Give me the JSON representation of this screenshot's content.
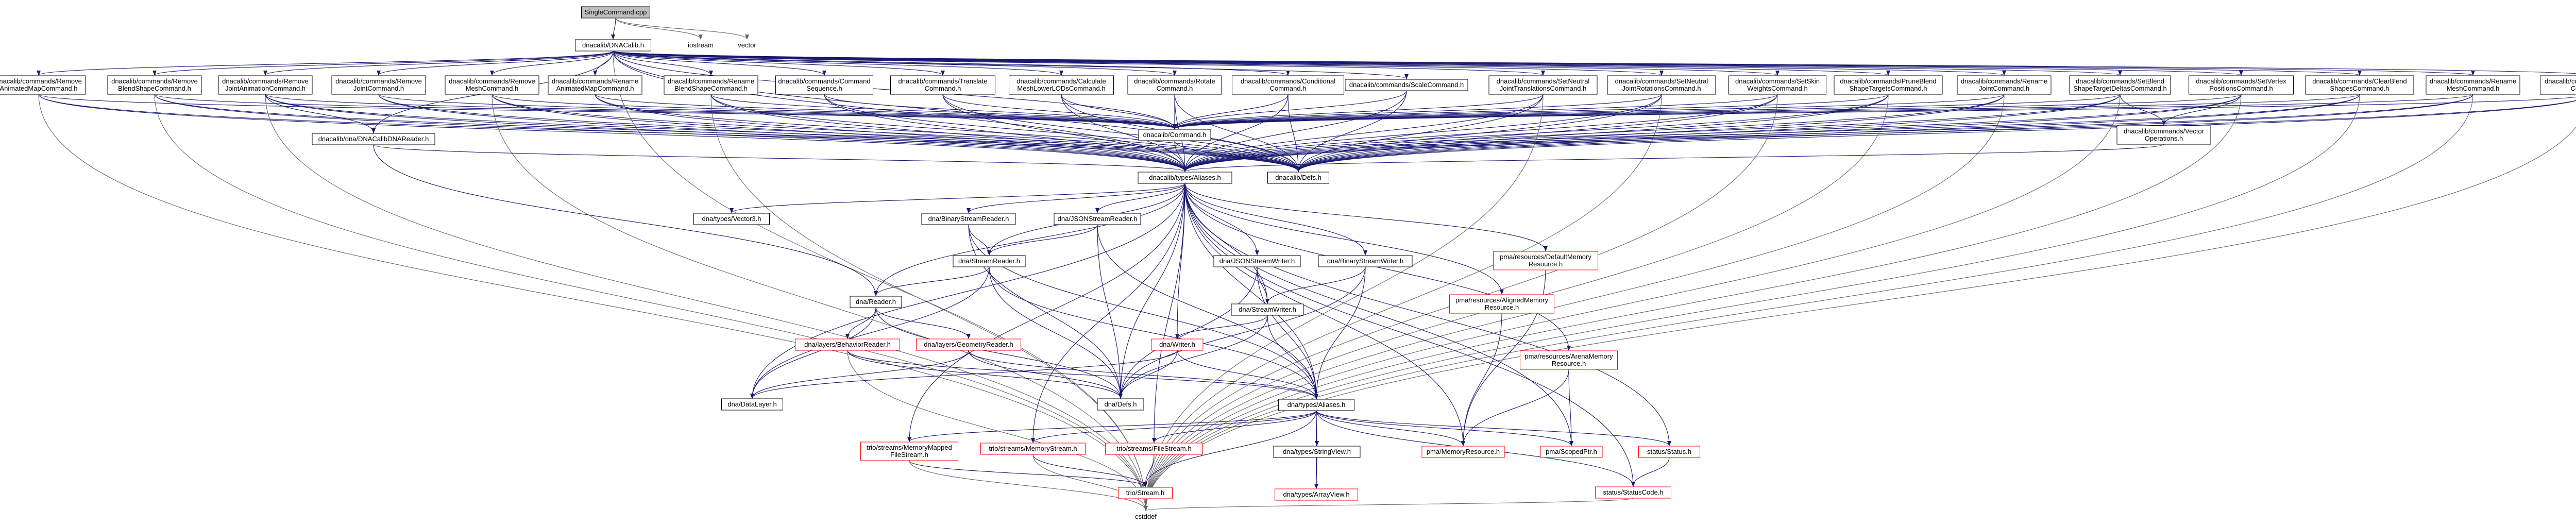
{
  "colors": {
    "edge": "#191970",
    "edge_external": "#666666",
    "root_fill": "#bfbfbf",
    "red_border": "#ff0000"
  },
  "nodes": [
    {
      "id": "root",
      "lines": [
        "SingleCommand.cpp"
      ],
      "style": "root"
    },
    {
      "id": "dnacalib",
      "lines": [
        "dnacalib/DNACalib.h"
      ]
    },
    {
      "id": "iostream",
      "lines": [
        "iostream"
      ],
      "style": "ext"
    },
    {
      "id": "vector",
      "lines": [
        "vector"
      ],
      "style": "ext"
    },
    {
      "id": "cmdRemoveAnim",
      "lines": [
        "dnacalib/commands/Remove",
        "AnimatedMapCommand.h"
      ]
    },
    {
      "id": "cmdRemoveBlend",
      "lines": [
        "dnacalib/commands/Remove",
        "BlendShapeCommand.h"
      ]
    },
    {
      "id": "cmdRemoveJointAnim",
      "lines": [
        "dnacalib/commands/Remove",
        "JointAnimationCommand.h"
      ]
    },
    {
      "id": "cmdRemoveJoint",
      "lines": [
        "dnacalib/commands/Remove",
        "JointCommand.h"
      ]
    },
    {
      "id": "cmdRemoveMesh",
      "lines": [
        "dnacalib/commands/Remove",
        "MeshCommand.h"
      ]
    },
    {
      "id": "cmdRenameAnim",
      "lines": [
        "dnacalib/commands/Rename",
        "AnimatedMapCommand.h"
      ]
    },
    {
      "id": "cmdRenameBlend",
      "lines": [
        "dnacalib/commands/Rename",
        "BlendShapeCommand.h"
      ]
    },
    {
      "id": "cmdSequence",
      "lines": [
        "dnacalib/commands/Command",
        "Sequence.h"
      ]
    },
    {
      "id": "cmdTranslate",
      "lines": [
        "dnacalib/commands/Translate",
        "Command.h"
      ]
    },
    {
      "id": "cmdCalcNormals",
      "lines": [
        "dnacalib/commands/Calculate",
        "MeshLowerLODsCommand.h"
      ]
    },
    {
      "id": "cmdRotate",
      "lines": [
        "dnacalib/commands/Rotate",
        "Command.h"
      ]
    },
    {
      "id": "cmdConditional",
      "lines": [
        "dnacalib/commands/Conditional",
        "Command.h"
      ]
    },
    {
      "id": "cmdScale",
      "lines": [
        "dnacalib/commands/ScaleCommand.h"
      ]
    },
    {
      "id": "cmdSetNeutralJointTrans",
      "lines": [
        "dnacalib/commands/SetNeutral",
        "JointTranslationsCommand.h"
      ]
    },
    {
      "id": "cmdSetNeutralJointRot",
      "lines": [
        "dnacalib/commands/SetNeutral",
        "JointRotationsCommand.h"
      ]
    },
    {
      "id": "cmdSetSkin",
      "lines": [
        "dnacalib/commands/SetSkin",
        "WeightsCommand.h"
      ]
    },
    {
      "id": "cmdPruneBlend",
      "lines": [
        "dnacalib/commands/PruneBlend",
        "ShapeTargetsCommand.h"
      ]
    },
    {
      "id": "cmdRenameJoint",
      "lines": [
        "dnacalib/commands/Rename",
        "JointCommand.h"
      ]
    },
    {
      "id": "cmdSetBlendDelta",
      "lines": [
        "dnacalib/commands/SetBlend",
        "ShapeTargetDeltasCommand.h"
      ]
    },
    {
      "id": "cmdSetVertex",
      "lines": [
        "dnacalib/commands/SetVertex",
        "PositionsCommand.h"
      ]
    },
    {
      "id": "cmdClearBlend",
      "lines": [
        "dnacalib/commands/ClearBlend",
        "ShapesCommand.h"
      ]
    },
    {
      "id": "cmdRenameMesh",
      "lines": [
        "dnacalib/commands/Rename",
        "MeshCommand.h"
      ]
    },
    {
      "id": "cmdSetLODs",
      "lines": [
        "dnacalib/commands/SetLODs",
        "Command.h"
      ]
    },
    {
      "id": "dnaReader",
      "lines": [
        "dnacalib/dna/DNACalibDNAReader.h"
      ]
    },
    {
      "id": "command",
      "lines": [
        "dnacalib/Command.h"
      ]
    },
    {
      "id": "vecOps",
      "lines": [
        "dnacalib/commands/Vector",
        "Operations.h"
      ]
    },
    {
      "id": "aliases",
      "lines": [
        "dnacalib/types/Aliases.h"
      ]
    },
    {
      "id": "defs",
      "lines": [
        "dnacalib/Defs.h"
      ]
    },
    {
      "id": "vector3",
      "lines": [
        "dna/types/Vector3.h"
      ]
    },
    {
      "id": "binReader",
      "lines": [
        "dna/BinaryStreamReader.h"
      ]
    },
    {
      "id": "jsonReader",
      "lines": [
        "dna/JSONStreamReader.h"
      ]
    },
    {
      "id": "streamReader",
      "lines": [
        "dna/StreamReader.h"
      ]
    },
    {
      "id": "jsonWriter",
      "lines": [
        "dna/JSONStreamWriter.h"
      ]
    },
    {
      "id": "binWriter",
      "lines": [
        "dna/BinaryStreamWriter.h"
      ]
    },
    {
      "id": "reader",
      "lines": [
        "dna/Reader.h"
      ]
    },
    {
      "id": "streamWriter",
      "lines": [
        "dna/StreamWriter.h"
      ]
    },
    {
      "id": "behReader",
      "lines": [
        "dna/layers/BehaviorReader.h"
      ],
      "style": "red"
    },
    {
      "id": "geoReader",
      "lines": [
        "dna/layers/GeometryReader.h"
      ],
      "style": "red"
    },
    {
      "id": "writer",
      "lines": [
        "dna/Writer.h"
      ],
      "style": "red"
    },
    {
      "id": "dataLayer",
      "lines": [
        "dna/DataLayer.h"
      ]
    },
    {
      "id": "dnaDefs",
      "lines": [
        "dna/Defs.h"
      ]
    },
    {
      "id": "dnaAliases",
      "lines": [
        "dna/types/Aliases.h"
      ]
    },
    {
      "id": "defaultMem",
      "lines": [
        "pma/resources/DefaultMemory",
        "Resource.h"
      ],
      "style": "red"
    },
    {
      "id": "alignedMem",
      "lines": [
        "pma/resources/AlignedMemory",
        "Resource.h"
      ],
      "style": "red"
    },
    {
      "id": "arenaMem",
      "lines": [
        "pma/resources/ArenaMemory",
        "Resource.h"
      ],
      "style": "red"
    },
    {
      "id": "memMapped",
      "lines": [
        "trio/streams/MemoryMapped",
        "FileStream.h"
      ],
      "style": "red"
    },
    {
      "id": "memStream",
      "lines": [
        "trio/streams/MemoryStream.h"
      ],
      "style": "red"
    },
    {
      "id": "fileStream",
      "lines": [
        "trio/streams/FileStream.h"
      ],
      "style": "red"
    },
    {
      "id": "stringView",
      "lines": [
        "dna/types/StringView.h"
      ]
    },
    {
      "id": "memRes",
      "lines": [
        "pma/MemoryResource.h"
      ],
      "style": "red"
    },
    {
      "id": "scopedPtr",
      "lines": [
        "pma/ScopedPtr.h"
      ],
      "style": "red"
    },
    {
      "id": "status",
      "lines": [
        "status/Status.h"
      ],
      "style": "red"
    },
    {
      "id": "arrayView",
      "lines": [
        "dna/types/ArrayView.h"
      ],
      "style": "red"
    },
    {
      "id": "stream",
      "lines": [
        "trio/Stream.h"
      ],
      "style": "red"
    },
    {
      "id": "statusCode",
      "lines": [
        "status/StatusCode.h"
      ],
      "style": "red"
    },
    {
      "id": "cstddef",
      "lines": [
        "cstddef"
      ],
      "style": "ext"
    }
  ]
}
